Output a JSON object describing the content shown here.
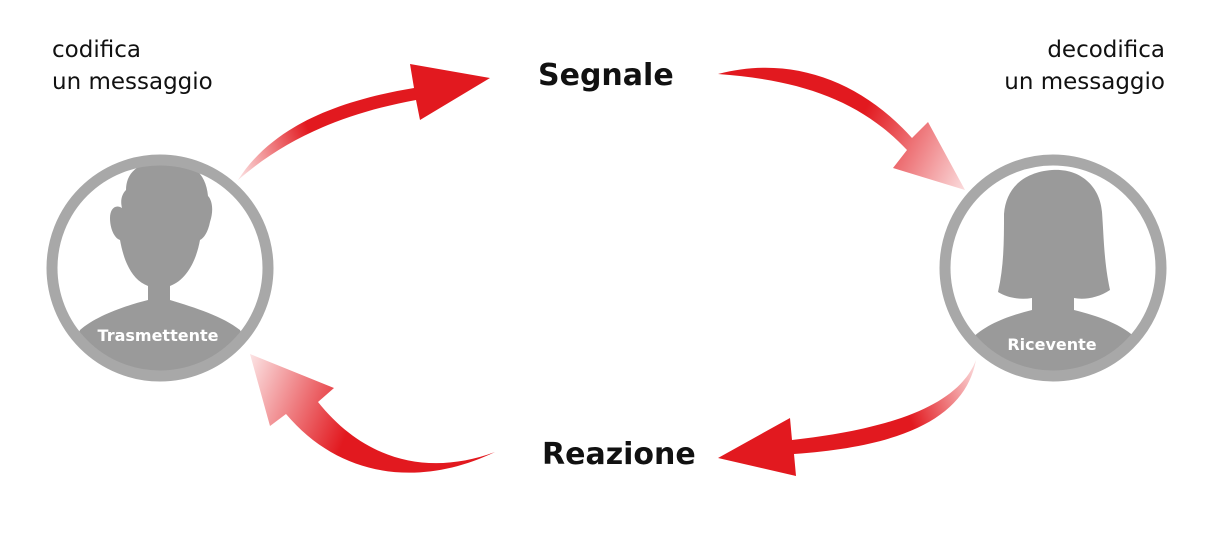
{
  "sender": {
    "caption_line1": "codifica",
    "caption_line2": "un messaggio",
    "role": "Trasmettente"
  },
  "receiver": {
    "caption_line1": "decodifica",
    "caption_line2": "un messaggio",
    "role": "Ricevente"
  },
  "flows": {
    "signal": "Segnale",
    "reaction": "Reazione"
  },
  "colors": {
    "arrow": "#e2191f",
    "avatar": "#9a9a9a",
    "ring": "#a8a8a8",
    "text": "#111111"
  },
  "icons": {
    "sender_avatar": "male-silhouette-icon",
    "receiver_avatar": "female-silhouette-icon"
  }
}
